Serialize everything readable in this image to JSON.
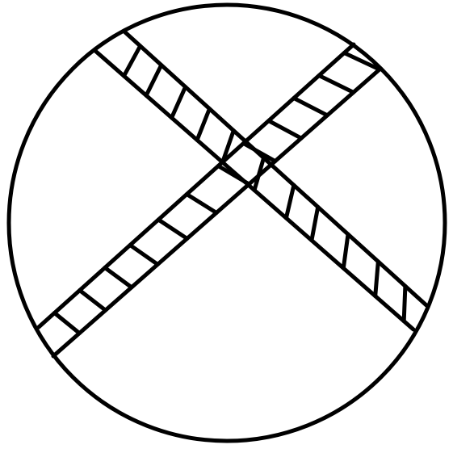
{
  "figure": {
    "description_visible_text": "",
    "colors": {
      "ink": "#000000",
      "background": "#ffffff"
    },
    "shapes": [
      {
        "name": "outer-circle",
        "kind": "circle"
      },
      {
        "name": "diagonal-band-a",
        "kind": "hatched-band"
      },
      {
        "name": "diagonal-band-b",
        "kind": "hatched-band"
      }
    ]
  }
}
